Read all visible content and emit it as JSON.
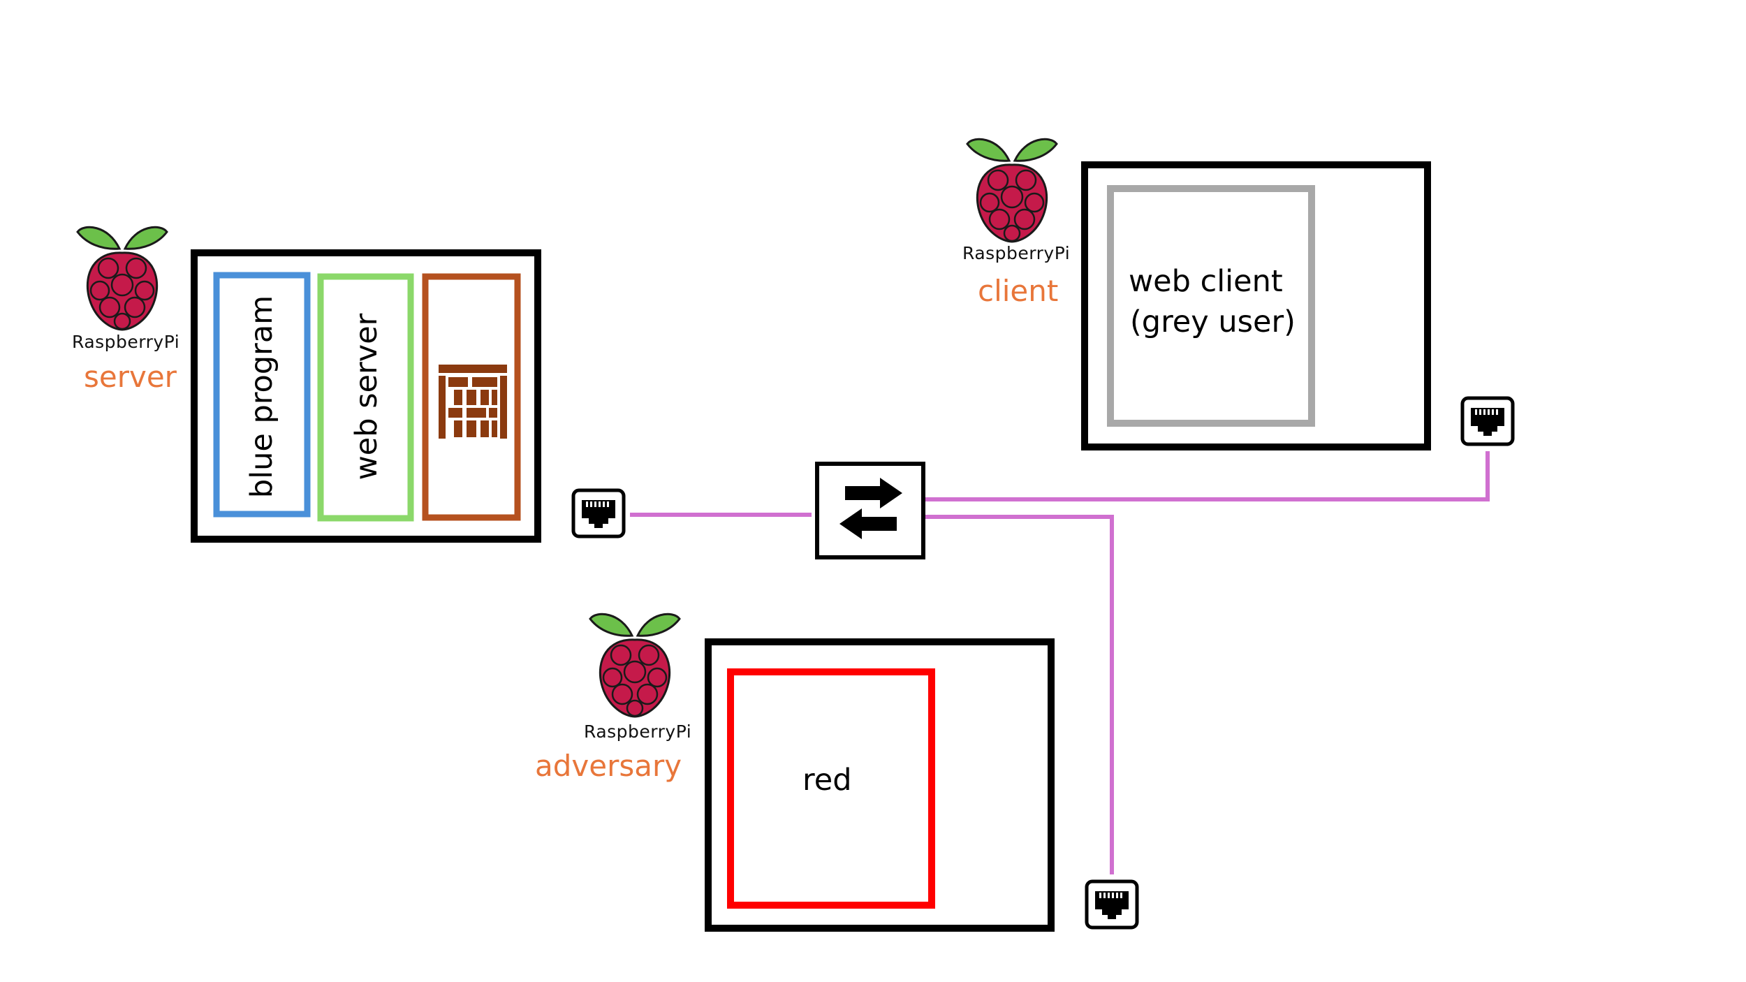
{
  "colors": {
    "role_text": "#E8763A",
    "cable": "#D070D0",
    "host_border": "#000000",
    "blue_program": "#4A90D9",
    "web_server": "#8BD86A",
    "firewall": "#B5511F",
    "firewall_brick": "#8B3A0F",
    "web_client": "#A8A8A8",
    "red": "#FF0000",
    "raspberry": "#C51A4A",
    "leaf": "#6CC04A"
  },
  "hosts": {
    "server": {
      "brand": "RaspberryPi",
      "role": "server",
      "modules": {
        "blue_program": "blue program",
        "web_server": "web server",
        "firewall_icon": "firewall-icon"
      }
    },
    "client": {
      "brand": "RaspberryPi",
      "role": "client",
      "web_client_line1": "web client",
      "web_client_line2": "(grey user)"
    },
    "adversary": {
      "brand": "RaspberryPi",
      "role": "adversary",
      "red_label": "red"
    }
  },
  "network": {
    "switch_icon": "switch-arrows-icon",
    "port_icon": "ethernet-port-icon"
  }
}
